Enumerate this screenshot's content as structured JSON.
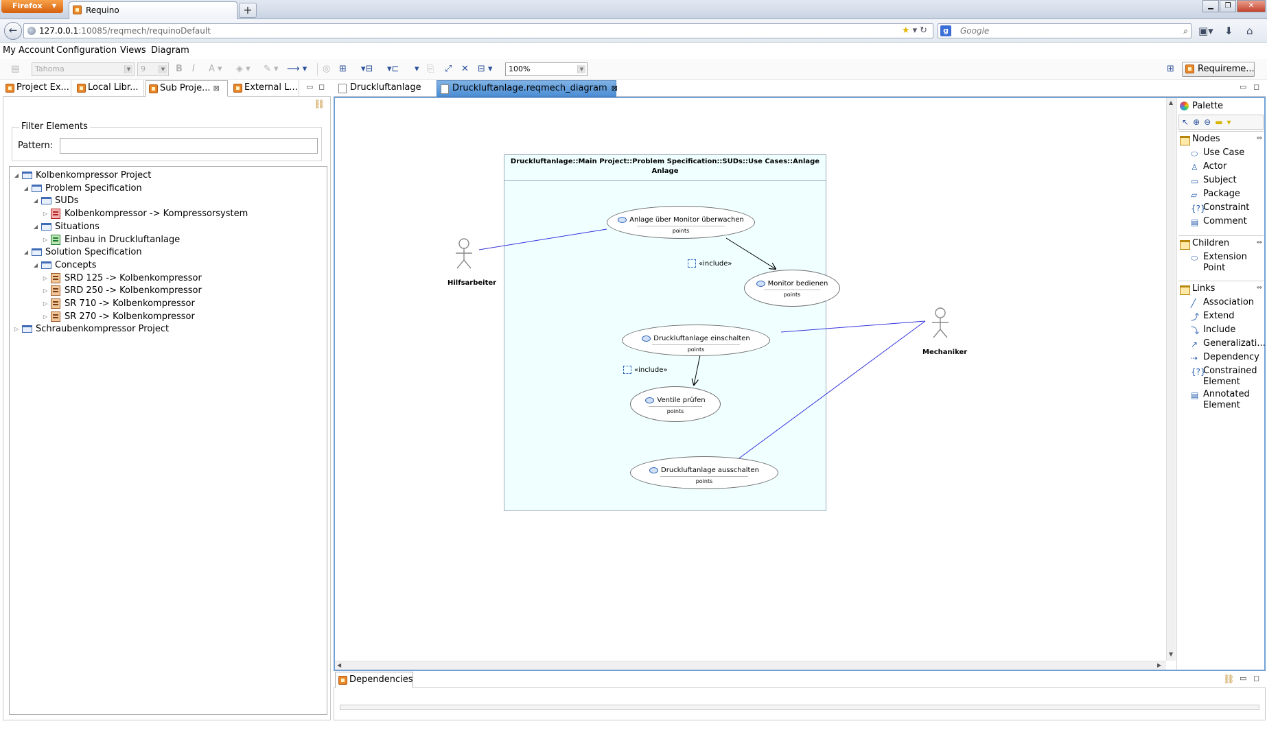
{
  "browser": {
    "menu_button": "Firefox",
    "tab_title": "Requino",
    "new_tab": "+",
    "url_host": "127.0.0.1",
    "url_path": ":10085/reqmech/requinoDefault",
    "search_placeholder": "Google"
  },
  "menubar": {
    "items": [
      "My Account",
      "Configuration",
      "Views",
      "Diagram"
    ]
  },
  "toolbar": {
    "font_family": "Tahoma",
    "font_size": "9",
    "zoom": "100%",
    "requirements_button": "Requireme..."
  },
  "left_view": {
    "tabs": [
      "Project Ex...",
      "Local Libr...",
      "Sub Proje...",
      "External L..."
    ],
    "active_tab": 2,
    "filter_legend": "Filter Elements",
    "pattern_label": "Pattern:",
    "pattern_value": "",
    "tree": [
      {
        "label": "Kolbenkompressor Project",
        "icon": "folder",
        "level": 0,
        "expanded": true
      },
      {
        "label": "Problem Specification",
        "icon": "folder",
        "level": 1,
        "expanded": true
      },
      {
        "label": "SUDs",
        "icon": "folder",
        "level": 2,
        "expanded": true
      },
      {
        "label": "Kolbenkompressor -> Kompressorsystem",
        "icon": "req-red",
        "level": 3,
        "expanded": false
      },
      {
        "label": "Situations",
        "icon": "folder",
        "level": 2,
        "expanded": true
      },
      {
        "label": "Einbau in Druckluftanlage",
        "icon": "req-green",
        "level": 3,
        "expanded": false
      },
      {
        "label": "Solution Specification",
        "icon": "folder",
        "level": 1,
        "expanded": true
      },
      {
        "label": "Concepts",
        "icon": "folder",
        "level": 2,
        "expanded": true
      },
      {
        "label": "SRD 125 -> Kolbenkompressor",
        "icon": "req",
        "level": 3,
        "expanded": false
      },
      {
        "label": "SRD 250 -> Kolbenkompressor",
        "icon": "req",
        "level": 3,
        "expanded": false
      },
      {
        "label": "SR 710 -> Kolbenkompressor",
        "icon": "req",
        "level": 3,
        "expanded": false
      },
      {
        "label": "SR 270 -> Kolbenkompressor",
        "icon": "req",
        "level": 3,
        "expanded": false
      },
      {
        "label": "Schraubenkompressor Project",
        "icon": "folder",
        "level": 0,
        "expanded": false
      }
    ]
  },
  "editor": {
    "tabs": [
      "Druckluftanlage",
      "Druckluftanlage.reqmech_diagram"
    ],
    "active_tab": 1
  },
  "diagram": {
    "subject_title": "Druckluftanlage::Main Project::Problem Specification::SUDs::Use Cases::Anlage",
    "subject_name": "Anlage",
    "use_cases": [
      {
        "name": "Anlage über Monitor überwachen",
        "points": "points"
      },
      {
        "name": "Monitor bedienen",
        "points": "points"
      },
      {
        "name": "Druckluftanlage einschalten",
        "points": "points"
      },
      {
        "name": "Ventile prüfen",
        "points": "points"
      },
      {
        "name": "Druckluftanlage ausschalten",
        "points": "points"
      }
    ],
    "actors": [
      "Hilfsarbeiter",
      "Mechaniker"
    ],
    "include_label": "«include»"
  },
  "palette": {
    "title": "Palette",
    "drawers": [
      {
        "label": "Nodes",
        "items": [
          "Use Case",
          "Actor",
          "Subject",
          "Package",
          "Constraint",
          "Comment"
        ]
      },
      {
        "label": "Children",
        "items": [
          "Extension Point"
        ]
      },
      {
        "label": "Links",
        "items": [
          "Association",
          "Extend",
          "Include",
          "Generalizati...",
          "Dependency",
          "Constrained Element",
          "Annotated Element"
        ]
      }
    ]
  },
  "bottom_view": {
    "tab": "Dependencies"
  },
  "colors": {
    "accent": "#4c8ed4",
    "subject_fill": "#f0ffff",
    "association_line": "#3333dd"
  }
}
